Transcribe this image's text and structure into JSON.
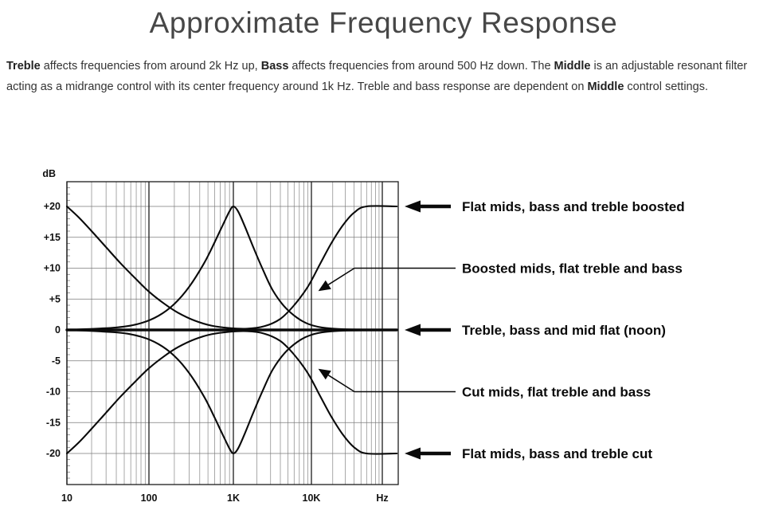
{
  "title": "Approximate Frequency Response",
  "description": {
    "segments": [
      {
        "text": "Treble",
        "bold": true
      },
      {
        "text": " affects frequencies from around 2k Hz up, ",
        "bold": false
      },
      {
        "text": "Bass",
        "bold": true
      },
      {
        "text": " affects frequencies from around 500 Hz down. The ",
        "bold": false
      },
      {
        "text": "Middle",
        "bold": true
      },
      {
        "text": " is an adjustable resonant filter acting as a midrange control with its center frequency around 1k Hz. Treble and bass response are dependent on ",
        "bold": false
      },
      {
        "text": "Middle",
        "bold": true
      },
      {
        "text": " control settings.",
        "bold": false
      }
    ]
  },
  "chart_data": {
    "type": "line",
    "title": "Approximate Frequency Response",
    "x_scale": "log",
    "grid": true,
    "xlim": [
      10,
      160000
    ],
    "ylim": [
      -25,
      24
    ],
    "y_label": "dB",
    "x_ticks": [
      {
        "label": "10",
        "freq": 10
      },
      {
        "label": "100",
        "freq": 100
      },
      {
        "label": "1K",
        "freq": 1000
      },
      {
        "label": "10K",
        "freq": 10000
      },
      {
        "label": "Hz",
        "freq": 100000
      }
    ],
    "y_ticks": [
      {
        "label": "+20",
        "value": 20
      },
      {
        "label": "+15",
        "value": 15
      },
      {
        "label": "+10",
        "value": 10
      },
      {
        "label": "+5",
        "value": 5
      },
      {
        "label": "0",
        "value": 0
      },
      {
        "label": "-5",
        "value": -5
      },
      {
        "label": "-10",
        "value": -10
      },
      {
        "label": "-15",
        "value": -15
      },
      {
        "label": "-20",
        "value": -20
      }
    ],
    "series": [
      {
        "name": "Flat mids, bass and treble boosted",
        "points": [
          [
            10,
            20
          ],
          [
            14,
            18.2
          ],
          [
            20,
            16
          ],
          [
            30,
            13.4
          ],
          [
            45,
            10.8
          ],
          [
            70,
            8.2
          ],
          [
            100,
            6.2
          ],
          [
            150,
            4.3
          ],
          [
            220,
            2.8
          ],
          [
            350,
            1.5
          ],
          [
            550,
            0.7
          ],
          [
            900,
            0.3
          ],
          [
            1500,
            0.2
          ],
          [
            2500,
            0.6
          ],
          [
            4000,
            1.8
          ],
          [
            6000,
            4
          ],
          [
            9000,
            7
          ],
          [
            13000,
            10.5
          ],
          [
            19000,
            14
          ],
          [
            28000,
            17
          ],
          [
            40000,
            19
          ],
          [
            60000,
            20
          ],
          [
            160000,
            20
          ]
        ]
      },
      {
        "name": "Boosted mids, flat treble and bass",
        "points": [
          [
            10,
            0
          ],
          [
            40,
            0.4
          ],
          [
            80,
            1.1
          ],
          [
            130,
            2.3
          ],
          [
            200,
            4.2
          ],
          [
            300,
            7
          ],
          [
            450,
            10.8
          ],
          [
            600,
            14.2
          ],
          [
            750,
            17
          ],
          [
            900,
            19.2
          ],
          [
            1000,
            20
          ],
          [
            1150,
            19.2
          ],
          [
            1400,
            16.8
          ],
          [
            1800,
            13.4
          ],
          [
            2400,
            9.7
          ],
          [
            3200,
            6.4
          ],
          [
            4500,
            3.8
          ],
          [
            6500,
            2
          ],
          [
            9000,
            1
          ],
          [
            14000,
            0.4
          ],
          [
            30000,
            0.1
          ],
          [
            160000,
            0
          ]
        ]
      },
      {
        "name": "Treble, bass and mid flat (noon)",
        "thick": true,
        "points": [
          [
            10,
            0
          ],
          [
            160000,
            0
          ]
        ]
      },
      {
        "name": "Cut mids, flat treble and bass",
        "points": [
          [
            10,
            0
          ],
          [
            40,
            -0.4
          ],
          [
            80,
            -1.1
          ],
          [
            130,
            -2.3
          ],
          [
            200,
            -4.2
          ],
          [
            300,
            -7
          ],
          [
            450,
            -10.8
          ],
          [
            600,
            -14.2
          ],
          [
            750,
            -17
          ],
          [
            900,
            -19.2
          ],
          [
            1000,
            -20
          ],
          [
            1150,
            -19.2
          ],
          [
            1400,
            -16.8
          ],
          [
            1800,
            -13.4
          ],
          [
            2400,
            -9.7
          ],
          [
            3200,
            -6.4
          ],
          [
            4500,
            -3.8
          ],
          [
            6500,
            -2
          ],
          [
            9000,
            -1
          ],
          [
            14000,
            -0.4
          ],
          [
            30000,
            -0.1
          ],
          [
            160000,
            0
          ]
        ]
      },
      {
        "name": "Flat mids, bass and treble cut",
        "points": [
          [
            10,
            -20
          ],
          [
            14,
            -18.2
          ],
          [
            20,
            -16
          ],
          [
            30,
            -13.4
          ],
          [
            45,
            -10.8
          ],
          [
            70,
            -8.2
          ],
          [
            100,
            -6.2
          ],
          [
            150,
            -4.3
          ],
          [
            220,
            -2.8
          ],
          [
            350,
            -1.5
          ],
          [
            550,
            -0.7
          ],
          [
            900,
            -0.3
          ],
          [
            1500,
            -0.2
          ],
          [
            2500,
            -0.6
          ],
          [
            4000,
            -1.8
          ],
          [
            6000,
            -4
          ],
          [
            9000,
            -7
          ],
          [
            13000,
            -10.5
          ],
          [
            19000,
            -14
          ],
          [
            28000,
            -17
          ],
          [
            40000,
            -19
          ],
          [
            60000,
            -20
          ],
          [
            160000,
            -20
          ]
        ]
      }
    ],
    "annotations": [
      {
        "label": "Flat mids, bass and treble boosted",
        "style": "straight",
        "db": 20
      },
      {
        "label": "Boosted mids, flat treble and bass",
        "style": "angled",
        "line_db": 10,
        "target": {
          "freq": 12500,
          "db": 6.3
        }
      },
      {
        "label": "Treble, bass and mid flat (noon)",
        "style": "straight",
        "db": 0
      },
      {
        "label": "Cut mids, flat treble and bass",
        "style": "angled",
        "line_db": -10,
        "target": {
          "freq": 12500,
          "db": -6.3
        }
      },
      {
        "label": "Flat mids, bass and treble cut",
        "style": "straight",
        "db": -20
      }
    ],
    "line_color": "#0a0a0a"
  }
}
